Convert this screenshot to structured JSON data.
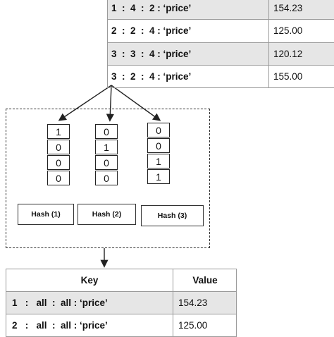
{
  "top_table": {
    "rows": [
      {
        "key": "1  :  4  :  2 : ‘price’",
        "value": "154.23"
      },
      {
        "key": "2  :  2  :  4 : ‘price’",
        "value": "125.00"
      },
      {
        "key": "3  :  3  :  4 : ‘price’",
        "value": "120.12"
      },
      {
        "key": "3  :  2  :  4 : ‘price’",
        "value": "155.00"
      }
    ]
  },
  "bit_arrays": [
    {
      "bits": [
        "1",
        "0",
        "0",
        "0"
      ]
    },
    {
      "bits": [
        "0",
        "1",
        "0",
        "0"
      ]
    },
    {
      "bits": [
        "0",
        "0",
        "1",
        "1"
      ]
    }
  ],
  "hash_functions": [
    "Hash (1)",
    "Hash (2)",
    "Hash (3)"
  ],
  "bottom_table": {
    "key_header": "Key",
    "value_header": "Value",
    "rows": [
      {
        "key": "1   :   all  :  all : ‘price’",
        "value": "154.23"
      },
      {
        "key": "2   :   all  :  all : ‘price’",
        "value": "125.00"
      }
    ]
  }
}
